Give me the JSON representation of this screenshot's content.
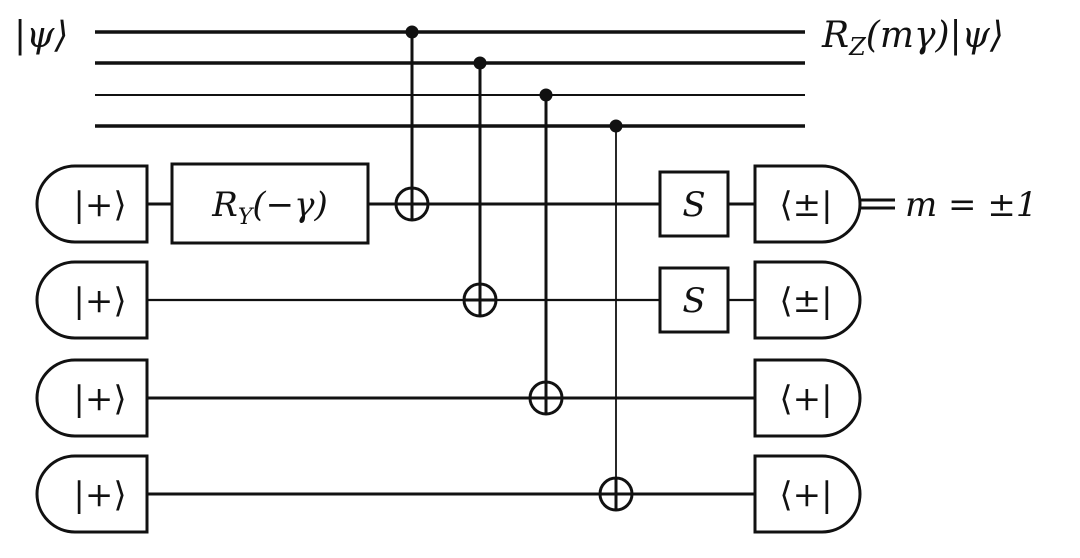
{
  "colors": {
    "ink": "#111111",
    "background": "#ffffff"
  },
  "input_state": "|ψ⟩",
  "output_state": "R_Z(mγ)|ψ⟩",
  "output_state_parts": {
    "R": "R",
    "sub": "Z",
    "arg": "(mγ)|ψ⟩"
  },
  "ancilla_prep": [
    "|+⟩",
    "|+⟩",
    "|+⟩",
    "|+⟩"
  ],
  "rotation_gate": {
    "label": "R_Y(−γ)",
    "R": "R",
    "sub": "Y",
    "arg": "(−γ)"
  },
  "s_gates": [
    "S",
    "S"
  ],
  "measurements": [
    "⟨±|",
    "⟨±|",
    "⟨+|",
    "⟨+|"
  ],
  "result": "m = ±1",
  "cnot_pairs": [
    {
      "control": "system-wire-1",
      "target": "ancilla-1"
    },
    {
      "control": "system-wire-2",
      "target": "ancilla-2"
    },
    {
      "control": "system-wire-3",
      "target": "ancilla-3"
    },
    {
      "control": "system-wire-4",
      "target": "ancilla-4"
    }
  ]
}
